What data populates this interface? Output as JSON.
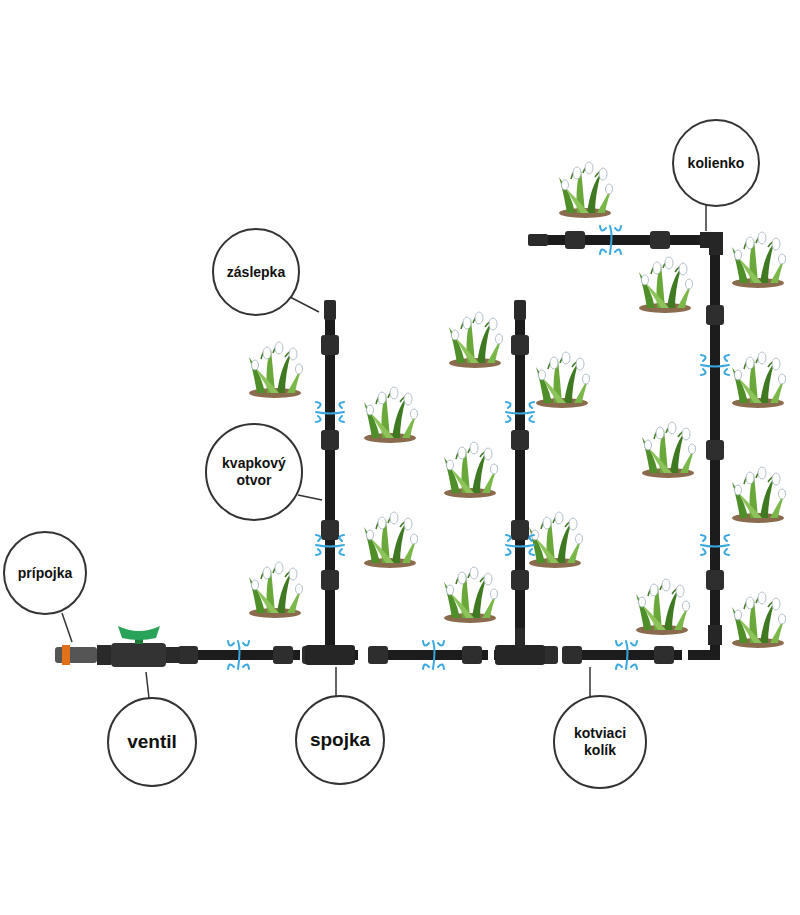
{
  "diagram": {
    "nodes": [
      {
        "text": [
          "kolienko"
        ]
      },
      {
        "text": [
          "záslepka"
        ]
      },
      {
        "text": [
          "kvapkový otvor"
        ]
      },
      {
        "text": [
          "prípojka"
        ]
      },
      {
        "text": [
          "ventil"
        ]
      },
      {
        "text": [
          "spojka"
        ]
      },
      {
        "text": [
          "kotviaci kolík"
        ]
      }
    ]
  }
}
